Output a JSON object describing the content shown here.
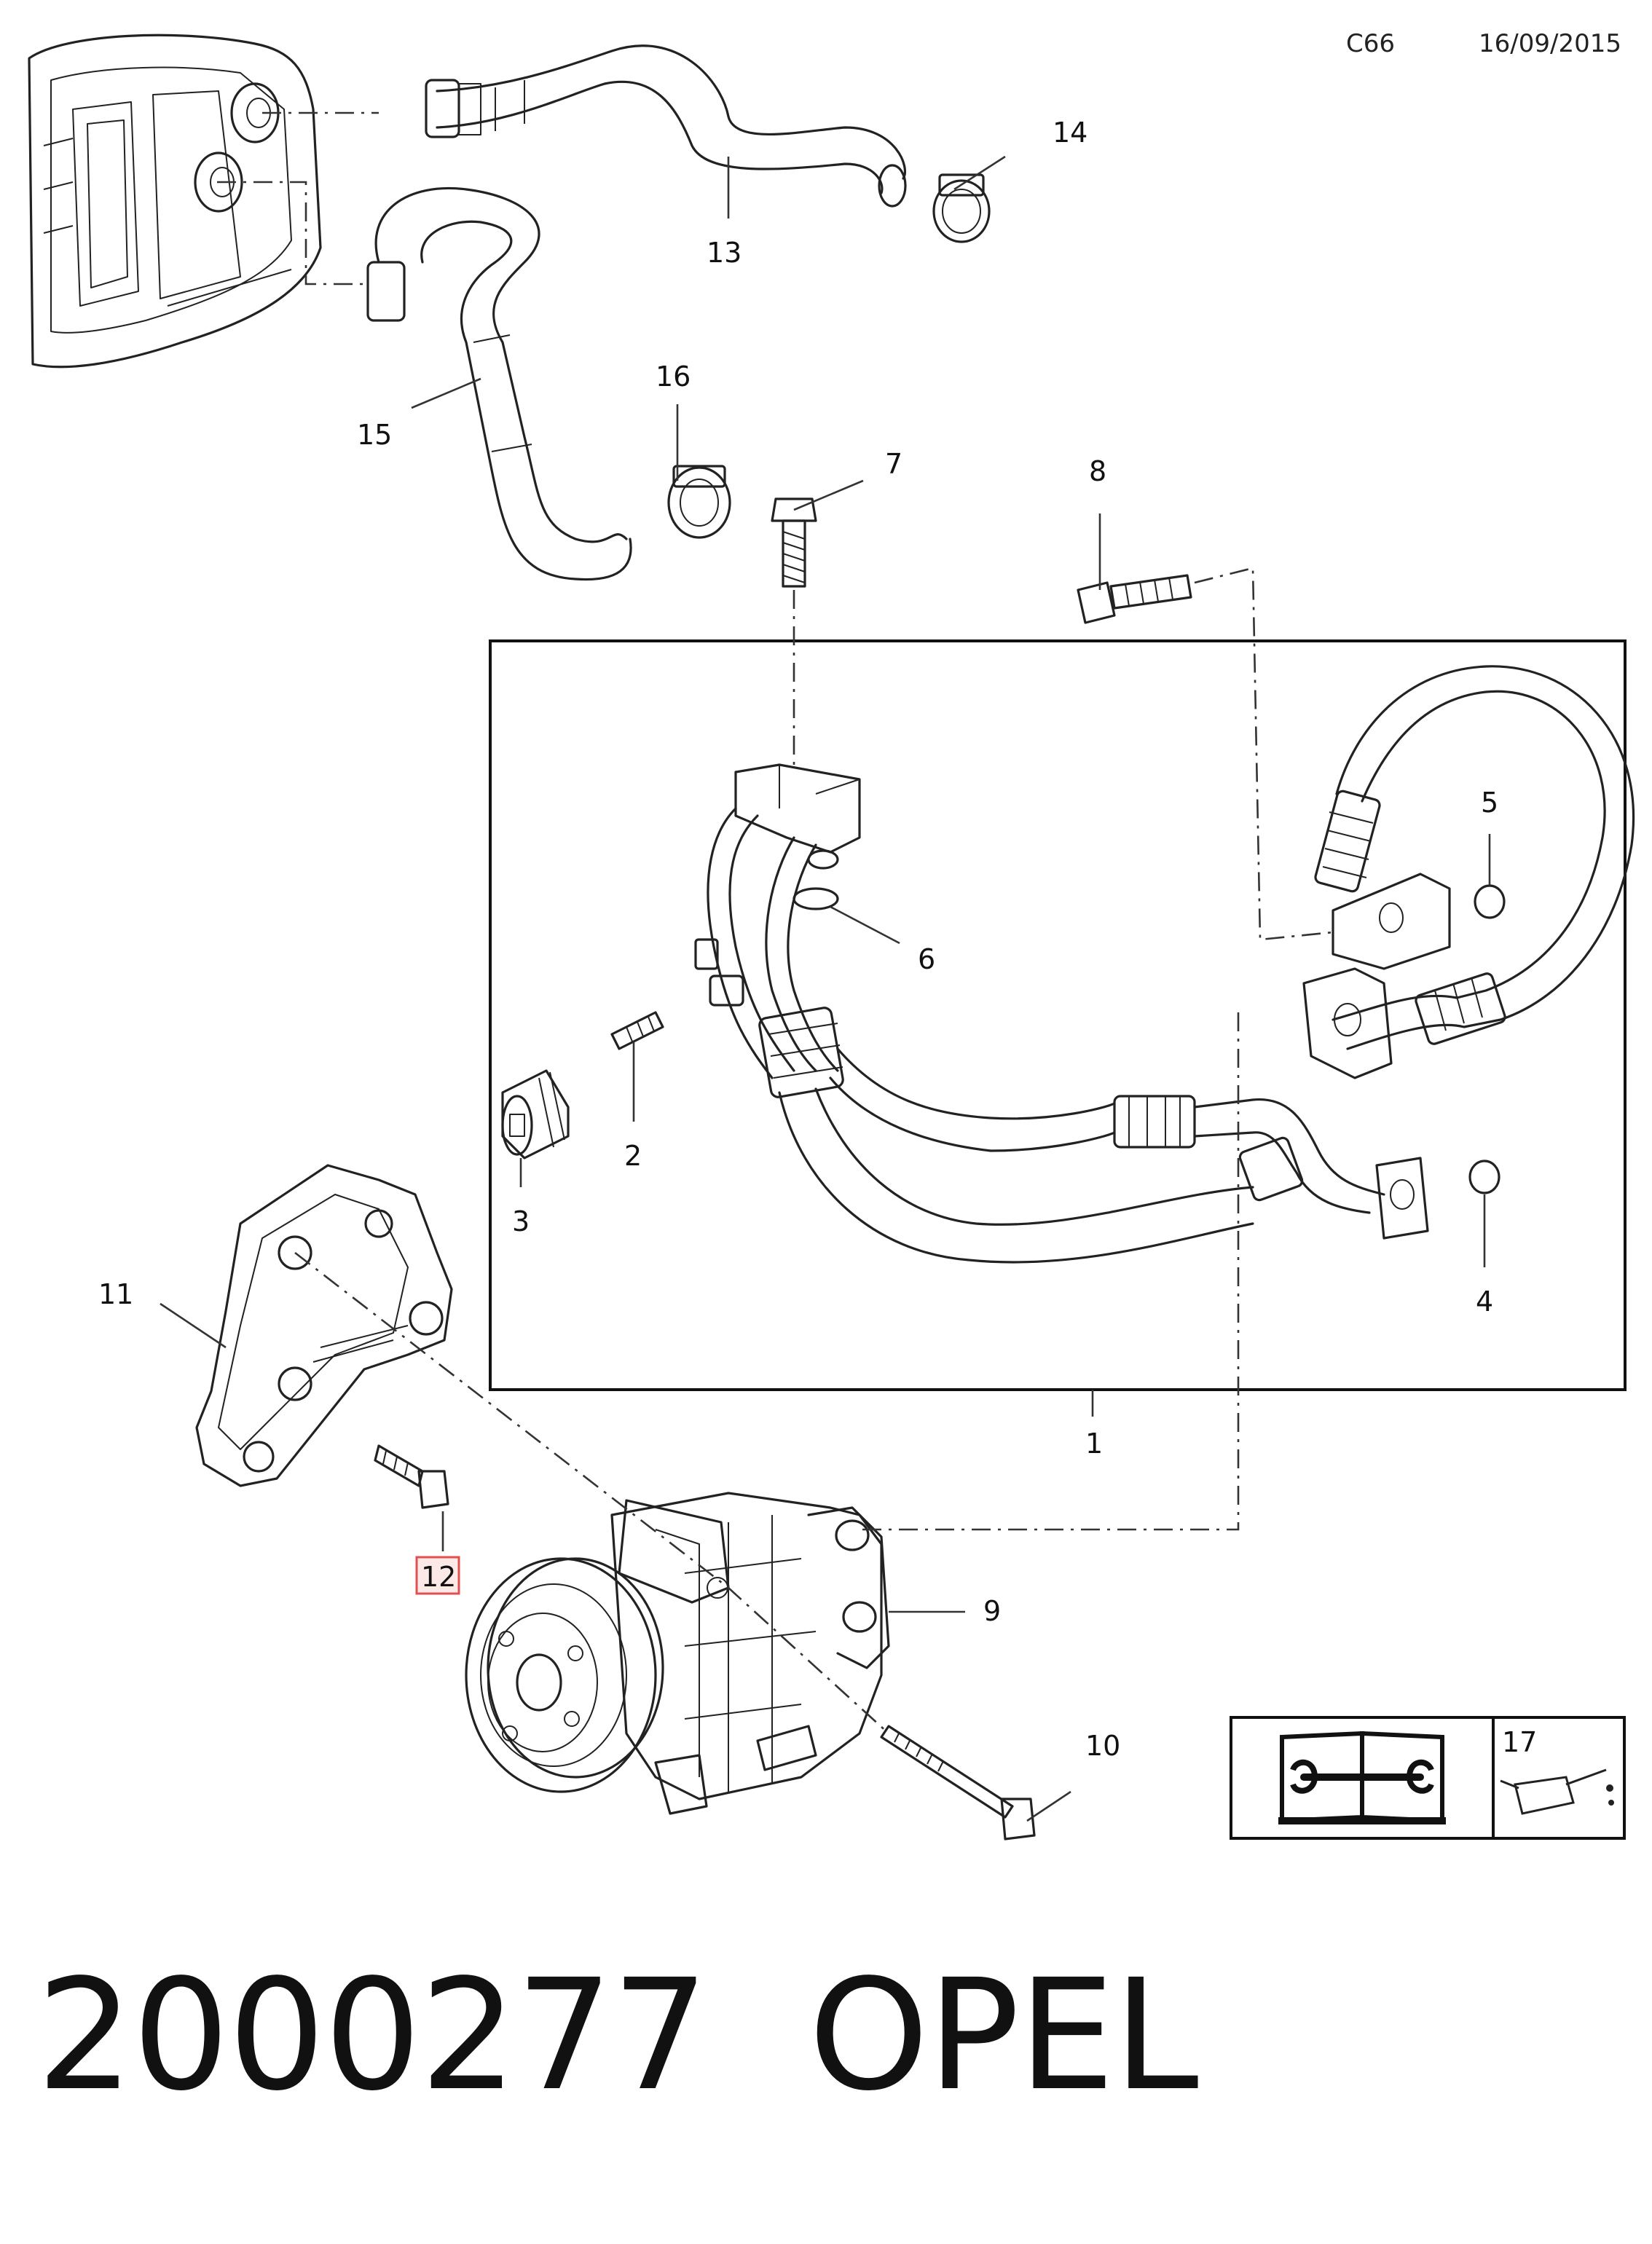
{
  "header": {
    "page_code": "C66",
    "date": "16/09/2015"
  },
  "callouts": {
    "c1": "1",
    "c2": "2",
    "c3": "3",
    "c4": "4",
    "c5": "5",
    "c6": "6",
    "c7": "7",
    "c8": "8",
    "c9": "9",
    "c10": "10",
    "c11": "11",
    "c12": "12",
    "c13": "13",
    "c14": "14",
    "c15": "15",
    "c16": "16",
    "c17": "17"
  },
  "highlight_color": "#e05050",
  "legend_icons": [
    "repair-manual-icon",
    "oil-can-icon"
  ],
  "footer": {
    "part_number": "2000277",
    "brand": "OPEL"
  }
}
